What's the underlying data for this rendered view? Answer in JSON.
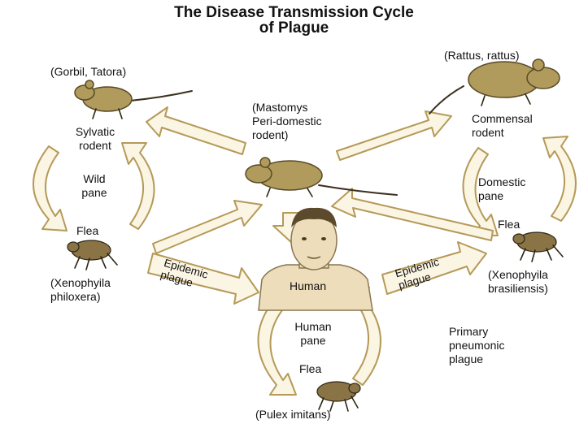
{
  "title": {
    "line1": "The Disease Transmission Cycle",
    "line2": "of Plague"
  },
  "nodes": {
    "sylvatic": {
      "species": "(Gorbil, Tatora)",
      "label_line1": "Sylvatic",
      "label_line2": "rodent"
    },
    "peridomestic": {
      "label_line1": "(Mastomys",
      "label_line2": "Peri-domestic",
      "label_line3": "rodent)"
    },
    "commensal": {
      "species": "(Rattus, rattus)",
      "label_line1": "Commensal",
      "label_line2": "rodent"
    },
    "human": {
      "label": "Human"
    },
    "wild_flea": {
      "label": "Flea",
      "species_line1": "(Xenophyila",
      "species_line2": "philoxera)"
    },
    "domestic_flea": {
      "label": "Flea",
      "species_line1": "(Xenophyila",
      "species_line2": "brasiliensis)"
    },
    "human_flea": {
      "label": "Flea",
      "species": "(Pulex imitans)"
    }
  },
  "cycles": {
    "wild": {
      "line1": "Wild",
      "line2": "pane"
    },
    "domestic": {
      "line1": "Domestic",
      "line2": "pane"
    },
    "human": {
      "line1": "Human",
      "line2": "pane"
    }
  },
  "arrows": {
    "epidemic_left": {
      "line1": "Epidemic",
      "line2": "plague"
    },
    "epidemic_right": {
      "line1": "Epidemic",
      "line2": "plague"
    }
  },
  "primary": {
    "line1": "Primary",
    "line2": "pneumonic",
    "line3": "plague"
  },
  "colors": {
    "rodent": "#b09a5c",
    "rodent_stroke": "#5a4a25",
    "arrow_fill": "#fbf5e4",
    "arrow_stroke": "#b59a58",
    "human_fill": "#eeddbb",
    "human_stroke": "#8a7650"
  }
}
